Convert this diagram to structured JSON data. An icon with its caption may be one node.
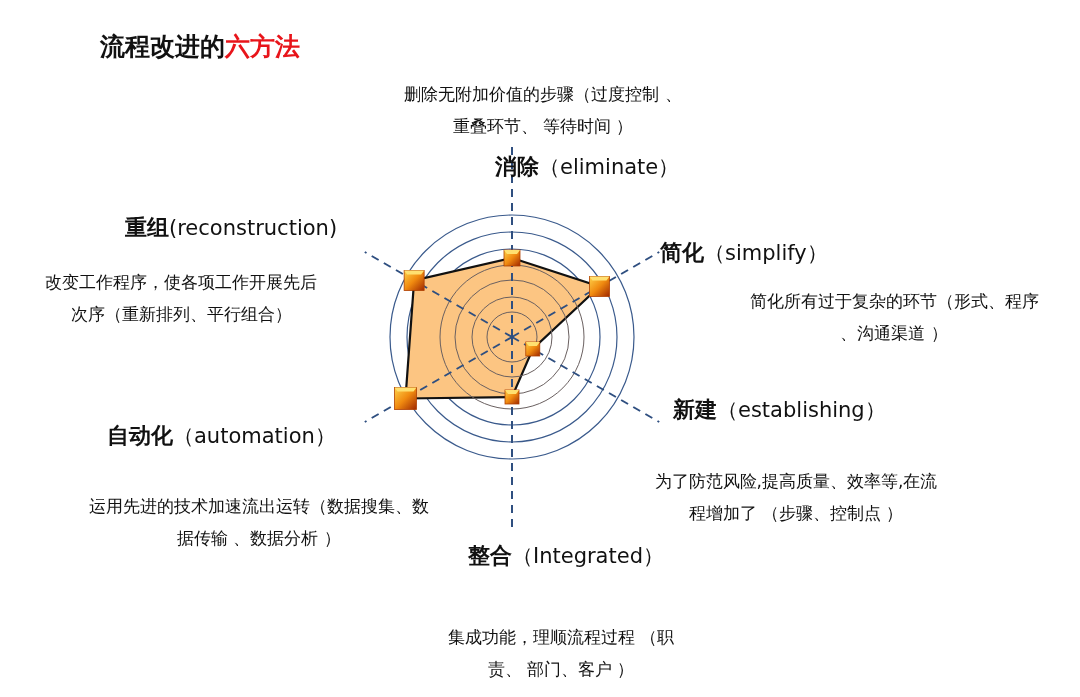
{
  "diagram": {
    "title": "流程改进的六方法",
    "labels": [
      "删除无附加价值的步骤（过度控制 、重叠环节、 等待时间 ）",
      "**消除**（eliminate）",
      "**重组**(reconstruction)",
      "**简化**（simplify）",
      "改变工作程序，使各项工作开展先后次序（重新排列、平行组合）",
      "简化所有过于复杂的环节（形式、程序、沟通渠道 ）",
      "**新建**（establishing）",
      "**自动化**（automation）",
      "为了防范风险,提高质量、效率等,在流程增加了 （步骤、控制点 ）",
      "运用先进的技术加速流出运转（数据搜集、数据传输 、数据分析 ）",
      "**整合**（Integrated）",
      "集成功能，理顺流程过程 （职责、 部门、客户 ）"
    ]
  }
}
